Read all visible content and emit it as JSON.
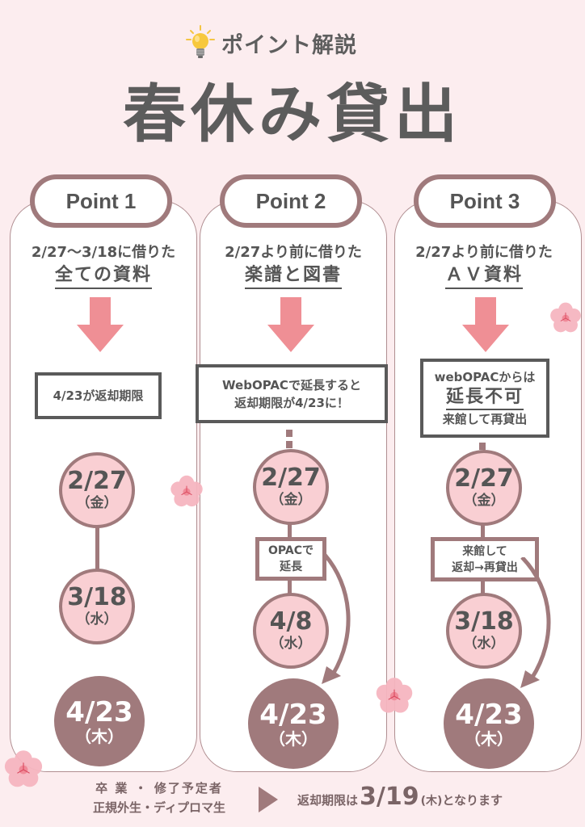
{
  "header": {
    "subtitle": "ポイント解説",
    "subtitle_icon": "lightbulb-icon",
    "title": "春休み貸出"
  },
  "colors": {
    "background": "#fcedef",
    "accent_mauve": "#a07a7c",
    "light_pink": "#f9cfd3",
    "arrow_pink": "#ef8f95",
    "text_gray": "#595959"
  },
  "points": [
    {
      "label": "Point 1",
      "lead_line1": "2/27〜3/18に借りた",
      "lead_line2": "全ての資料",
      "box": {
        "lines": [
          "4/23が返却期限"
        ]
      },
      "timeline": [
        {
          "date": "2/27",
          "weekday": "（金）",
          "style": "light"
        },
        {
          "date": "3/18",
          "weekday": "（水）",
          "style": "light"
        },
        {
          "date": "4/23",
          "weekday": "（木）",
          "style": "dark"
        }
      ]
    },
    {
      "label": "Point 2",
      "lead_line1": "2/27より前に借りた",
      "lead_line2": "楽譜と図書",
      "box": {
        "lines": [
          "WebOPACで延長すると",
          "返却期限が4/23に！"
        ]
      },
      "step": {
        "line1": "OPACで",
        "line2": "延長"
      },
      "timeline": [
        {
          "date": "2/27",
          "weekday": "（金）",
          "style": "light"
        },
        {
          "date": "4/8",
          "weekday": "（水）",
          "style": "light"
        },
        {
          "date": "4/23",
          "weekday": "（木）",
          "style": "dark"
        }
      ]
    },
    {
      "label": "Point 3",
      "lead_line1": "2/27より前に借りた",
      "lead_line2": "ＡＶ資料",
      "box": {
        "line1": "webOPACからは",
        "emphasis": "延長不可",
        "line3": "来館して再貸出"
      },
      "step": {
        "line1": "来館して",
        "line2": "返却→再貸出"
      },
      "timeline": [
        {
          "date": "2/27",
          "weekday": "（金）",
          "style": "light"
        },
        {
          "date": "3/18",
          "weekday": "（水）",
          "style": "light"
        },
        {
          "date": "4/23",
          "weekday": "（木）",
          "style": "dark"
        }
      ]
    }
  ],
  "footer": {
    "audience_line1": "卒 業 ・ 修了予定者",
    "audience_line2": "正規外生・ディプロマ生",
    "arrow_icon": "play-triangle-icon",
    "notice_prefix": "返却期限は",
    "notice_date": "3/19",
    "notice_weekday": "(木)",
    "notice_suffix": "となります"
  }
}
